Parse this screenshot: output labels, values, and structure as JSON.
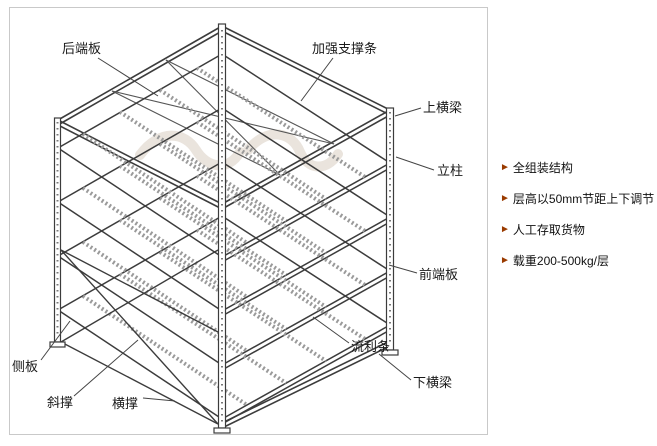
{
  "diagram": {
    "labels": [
      {
        "id": "rear-end-plate",
        "text": "后端板"
      },
      {
        "id": "reinforcing-bar",
        "text": "加强支撑条"
      },
      {
        "id": "top-beam",
        "text": "上横梁"
      },
      {
        "id": "upright-column",
        "text": "立柱"
      },
      {
        "id": "front-end-plate",
        "text": "前端板"
      },
      {
        "id": "flow-rail",
        "text": "流利条"
      },
      {
        "id": "bottom-beam",
        "text": "下横梁"
      },
      {
        "id": "side-plate",
        "text": "侧板"
      },
      {
        "id": "diagonal-brace",
        "text": "斜撑"
      },
      {
        "id": "horizontal-brace",
        "text": "横撑"
      }
    ]
  },
  "features": {
    "marker": "►",
    "items": [
      "全组装结构",
      "层高以50mm节距上下调节",
      "人工存取货物",
      "载重200-500kg/层"
    ]
  },
  "colors": {
    "line": "#3c3c3c",
    "rail": "#9a9a9a",
    "marker": "#9a3b00",
    "border": "#c9c9c9",
    "watermark": "#d9cec2"
  }
}
